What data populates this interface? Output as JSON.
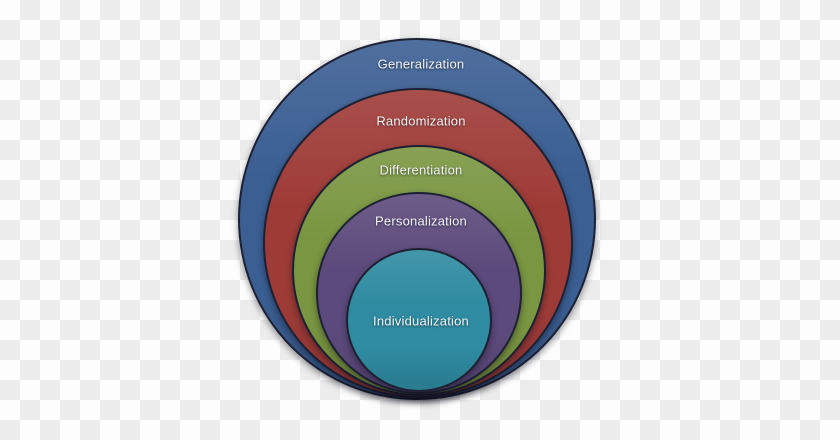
{
  "diagram": {
    "type": "nested-circles",
    "background": "transparency-checkerboard",
    "checker_colors": {
      "light": "#FDFDFD",
      "dark": "#ECECEC"
    },
    "outline_color": "#1D2133",
    "text_color": "#F2F2F2",
    "levels": [
      {
        "label": "Generalization",
        "color": "#3B5F93"
      },
      {
        "label": "Randomization",
        "color": "#9E3B37"
      },
      {
        "label": "Differentiation",
        "color": "#7A9641"
      },
      {
        "label": "Personalization",
        "color": "#5D4A7C"
      },
      {
        "label": "Individualization",
        "color": "#2F8BA1"
      }
    ]
  }
}
